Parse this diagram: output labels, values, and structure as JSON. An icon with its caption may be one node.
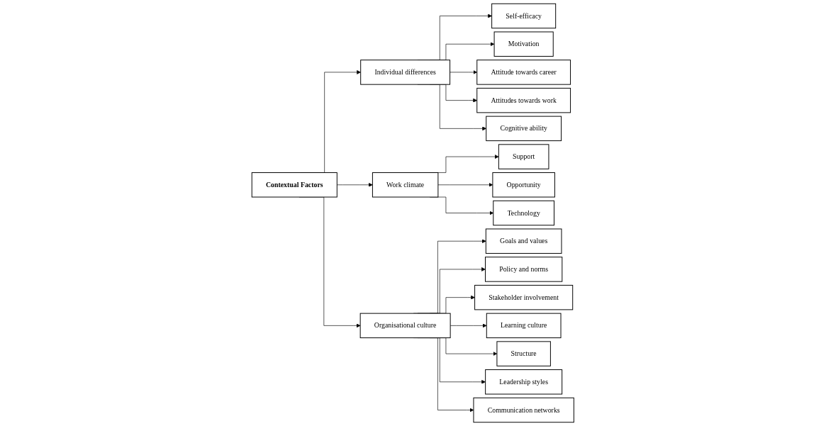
{
  "diagram": {
    "nodes": [
      {
        "text": [
          "Contextual Factors"
        ]
      },
      {
        "text": [
          "Individual differences"
        ]
      },
      {
        "text": [
          "Self-efficacy"
        ]
      },
      {
        "text": [
          "Motivation"
        ]
      },
      {
        "text": [
          "Attitude towards career"
        ]
      },
      {
        "text": [
          "Attitudes towards work"
        ]
      },
      {
        "text": [
          "Cognitive ability"
        ]
      },
      {
        "text": [
          "Work climate"
        ]
      },
      {
        "text": [
          "Support"
        ]
      },
      {
        "text": [
          "Opportunity"
        ]
      },
      {
        "text": [
          "Technology"
        ]
      },
      {
        "text": [
          "Organisational culture"
        ]
      },
      {
        "text": [
          "Goals and values"
        ]
      },
      {
        "text": [
          "Policy and norms"
        ]
      },
      {
        "text": [
          "Stakeholder involvement"
        ]
      },
      {
        "text": [
          "Learning culture"
        ]
      },
      {
        "text": [
          "Structure"
        ]
      },
      {
        "text": [
          "Leadership styles"
        ]
      },
      {
        "text": [
          "Communication networks"
        ]
      }
    ],
    "edges": [
      {
        "from": 0,
        "to": 1,
        "arrow": "to"
      },
      {
        "from": 0,
        "to": 7,
        "arrow": "to"
      },
      {
        "from": 0,
        "to": 11,
        "arrow": "to"
      },
      {
        "from": 1,
        "to": 2,
        "arrow": "to"
      },
      {
        "from": 1,
        "to": 3,
        "arrow": "to"
      },
      {
        "from": 1,
        "to": 4,
        "arrow": "to"
      },
      {
        "from": 1,
        "to": 5,
        "arrow": "to"
      },
      {
        "from": 1,
        "to": 6,
        "arrow": "to"
      },
      {
        "from": 7,
        "to": 8,
        "arrow": "to"
      },
      {
        "from": 7,
        "to": 9,
        "arrow": "to"
      },
      {
        "from": 7,
        "to": 10,
        "arrow": "to"
      },
      {
        "from": 11,
        "to": 12,
        "arrow": "to"
      },
      {
        "from": 11,
        "to": 13,
        "arrow": "to"
      },
      {
        "from": 11,
        "to": 14,
        "arrow": "to"
      },
      {
        "from": 11,
        "to": 15,
        "arrow": "to"
      },
      {
        "from": 11,
        "to": 16,
        "arrow": "to"
      },
      {
        "from": 11,
        "to": 17,
        "arrow": "to"
      },
      {
        "from": 11,
        "to": 18,
        "arrow": "to"
      }
    ]
  }
}
